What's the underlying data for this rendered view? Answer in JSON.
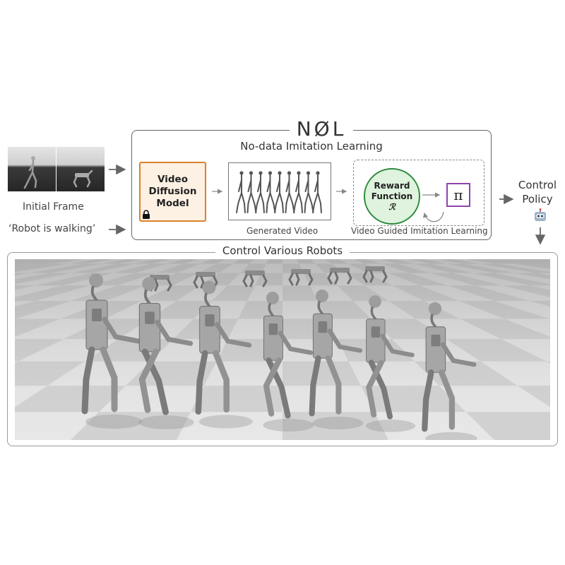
{
  "title": "NØL",
  "subtitle": "No-data Imitation Learning",
  "inputs": {
    "initial_frame_label": "Initial Frame",
    "prompt_label": "‘Robot is walking’"
  },
  "video_diffusion_model": {
    "line1": "Video",
    "line2": "Diffusion",
    "line3": "Model",
    "icon": "lock-icon"
  },
  "generated_video": {
    "caption": "Generated Video"
  },
  "reward_function": {
    "line1": "Reward",
    "line2": "Function",
    "symbol": "ℛ"
  },
  "policy_symbol": "π",
  "vgil_caption": "Video Guided Imitation Learning",
  "output": {
    "line1": "Control",
    "line2": "Policy",
    "icon": "robot-face-icon"
  },
  "panel_title": "Control Various Robots",
  "colors": {
    "vdm_border": "#d9822b",
    "vdm_fill": "#fdf1e3",
    "reward_border": "#2e8b3d",
    "reward_fill": "#dff3df",
    "policy_border": "#8e44ad"
  }
}
